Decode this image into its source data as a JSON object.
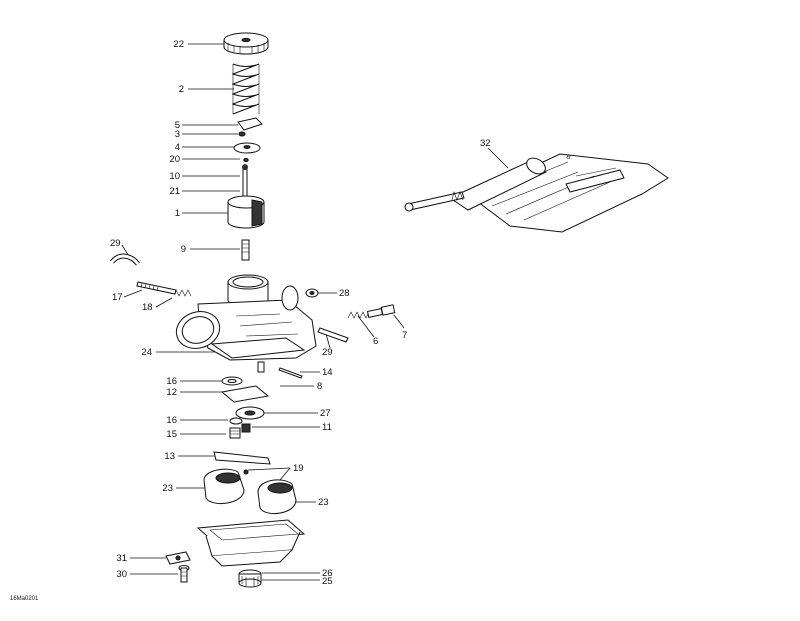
{
  "diagram": {
    "callouts": [
      "22",
      "2",
      "5",
      "3",
      "4",
      "20",
      "10",
      "21",
      "1",
      "9",
      "29",
      "17",
      "18",
      "28",
      "7",
      "6",
      "29",
      "24",
      "14",
      "8",
      "16",
      "12",
      "27",
      "16",
      "15",
      "11",
      "13",
      "19",
      "23",
      "23",
      "31",
      "30",
      "26",
      "25",
      "32"
    ],
    "image_code": "16Ma0201"
  }
}
